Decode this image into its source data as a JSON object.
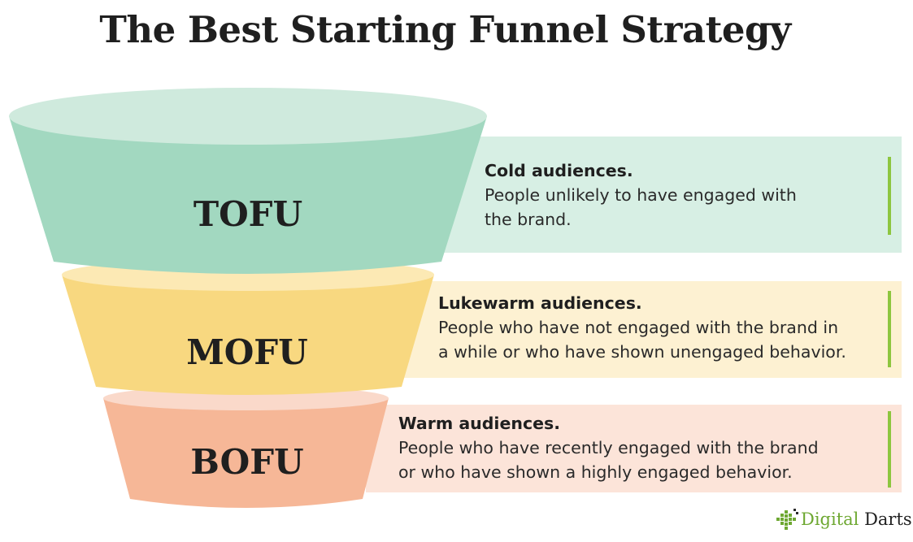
{
  "title": "The Best Starting Funnel Strategy",
  "stages": [
    {
      "label": "TOFU",
      "heading": "Cold audiences.",
      "lines": [
        "People unlikely to have engaged with",
        "the brand."
      ],
      "color": "#a2d8c0",
      "rim_color": "#cfeadd",
      "panel_color": "#d7efe4"
    },
    {
      "label": "MOFU",
      "heading": "Lukewarm audiences.",
      "lines": [
        "People who have not engaged with the brand in",
        "a while or who have shown unengaged behavior."
      ],
      "color": "#f8d880",
      "rim_color": "#fce9b4",
      "panel_color": "#fdf1d2"
    },
    {
      "label": "BOFU",
      "heading": "Warm audiences.",
      "lines": [
        "People who have recently engaged with the brand",
        "or who have shown a highly engaged behavior."
      ],
      "color": "#f6b797",
      "rim_color": "#fad9ca",
      "panel_color": "#fce4d9"
    }
  ],
  "accent_color": "#8dc63f",
  "logo": {
    "word1": "Digital",
    "word2": "Darts"
  }
}
